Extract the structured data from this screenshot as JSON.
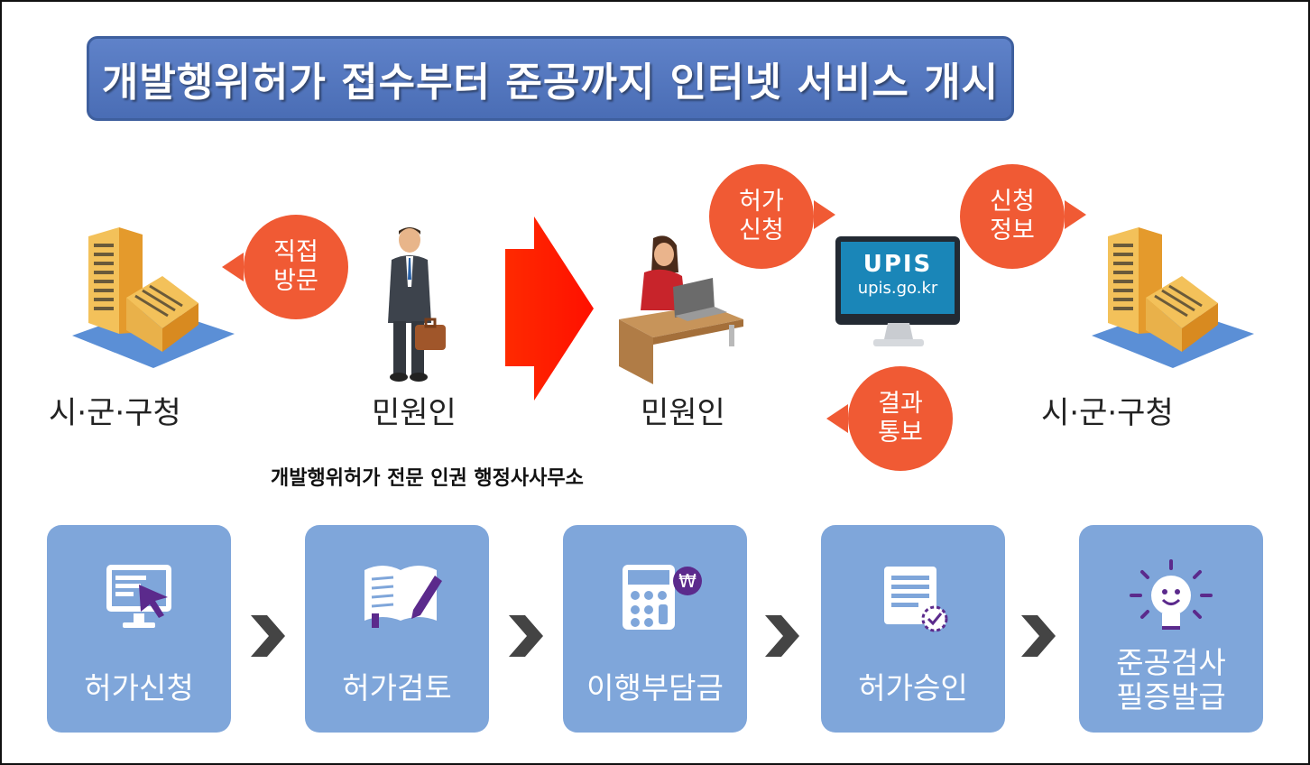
{
  "banner": {
    "title": "개발행위허가 접수부터 준공까지 인터넷 서비스 개시"
  },
  "top_flow": {
    "left_office_label": "시·군·구청",
    "visit_bubble": {
      "line1": "직접",
      "line2": "방문"
    },
    "left_person_label": "민원인",
    "right_person_label": "민원인",
    "apply_bubble": {
      "line1": "허가",
      "line2": "신청"
    },
    "monitor": {
      "logo": "UPIS",
      "url": "upis.go.kr"
    },
    "info_bubble": {
      "line1": "신청",
      "line2": "정보"
    },
    "result_bubble": {
      "line1": "결과",
      "line2": "통보"
    },
    "right_office_label": "시·군·구청"
  },
  "note": "개발행위허가 전문 인권 행정사사무소",
  "steps": [
    {
      "line1": "허가신청",
      "line2": "",
      "icon": "monitor-cursor-icon"
    },
    {
      "line1": "허가검토",
      "line2": "",
      "icon": "book-pen-icon"
    },
    {
      "line1": "이행부담금",
      "line2": "",
      "icon": "calculator-won-icon"
    },
    {
      "line1": "허가승인",
      "line2": "",
      "icon": "document-check-icon"
    },
    {
      "line1": "준공검사",
      "line2": "필증발급",
      "icon": "lightbulb-icon"
    }
  ],
  "colors": {
    "banner": "#4a6db5",
    "bubble": "#f05a34",
    "step_tile": "#7fa6da",
    "arrow": "#ff2200",
    "upis_screen": "#1a86b8"
  }
}
